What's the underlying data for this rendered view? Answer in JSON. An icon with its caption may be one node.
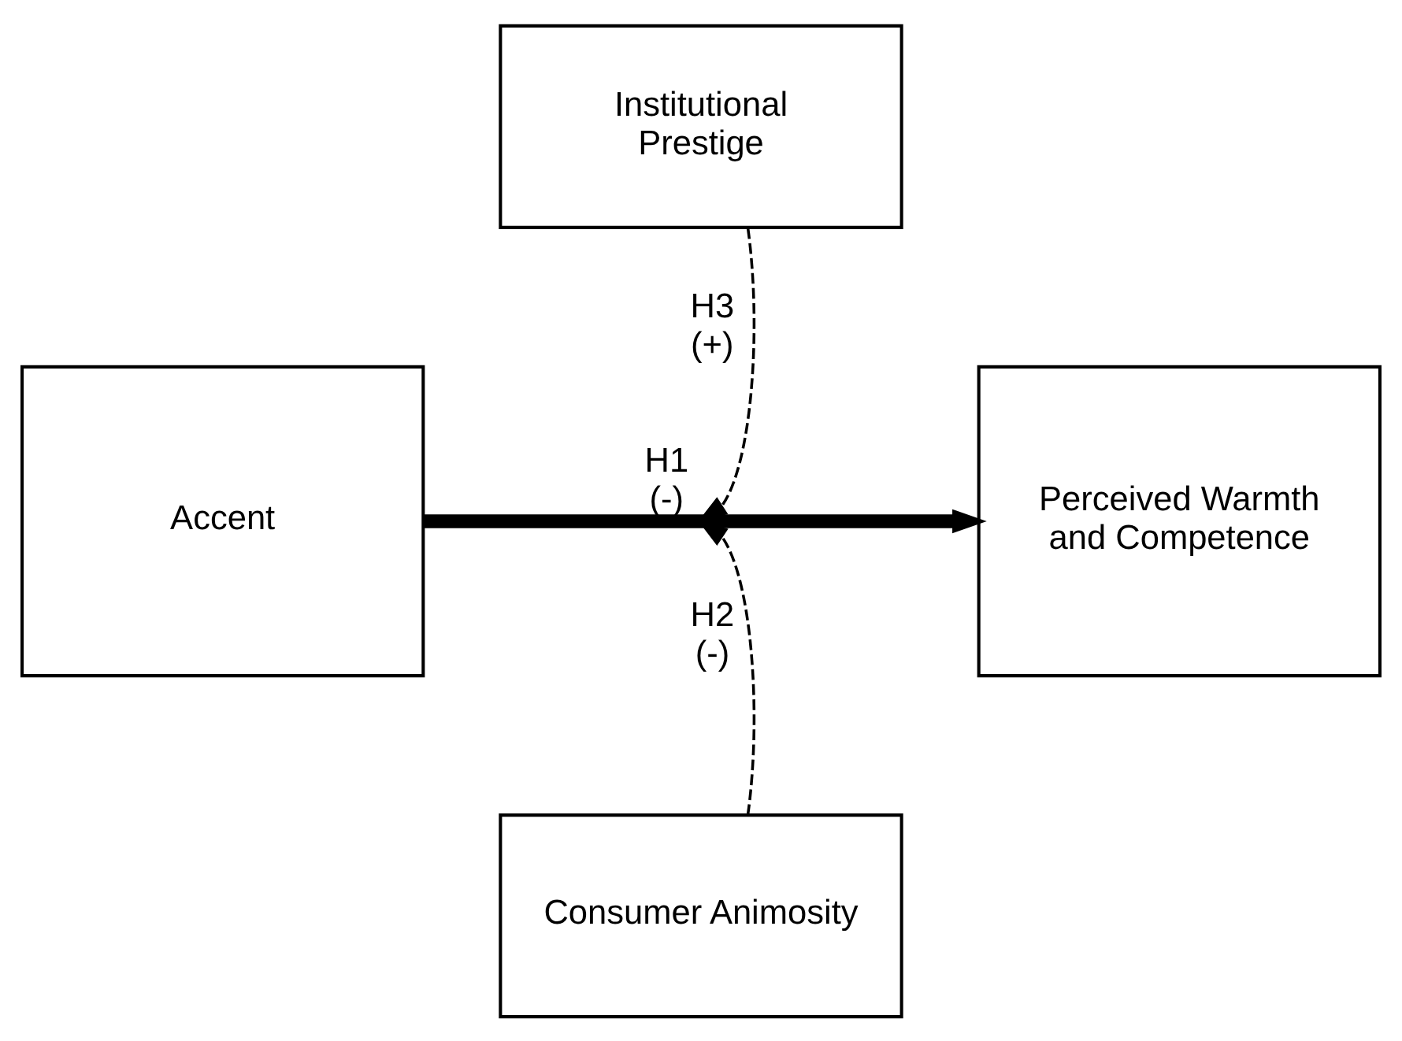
{
  "diagram": {
    "nodes": [
      {
        "text": [
          "Institutional Prestige"
        ]
      },
      {
        "text": [
          "Accent"
        ]
      },
      {
        "text": [
          "Perceived Warmth and Competence"
        ]
      },
      {
        "text": [
          "Consumer Animosity"
        ]
      }
    ],
    "edges": [
      {
        "from": 1,
        "to": 2,
        "arrow": "to",
        "label": "H1 (-)",
        "style": "thick"
      },
      {
        "from": 0,
        "to": null,
        "arrow": "to",
        "label": "H3 (+)",
        "style": "dashed"
      },
      {
        "from": 3,
        "to": null,
        "arrow": "to",
        "label": "H2 (-)",
        "style": "dashed"
      }
    ]
  }
}
